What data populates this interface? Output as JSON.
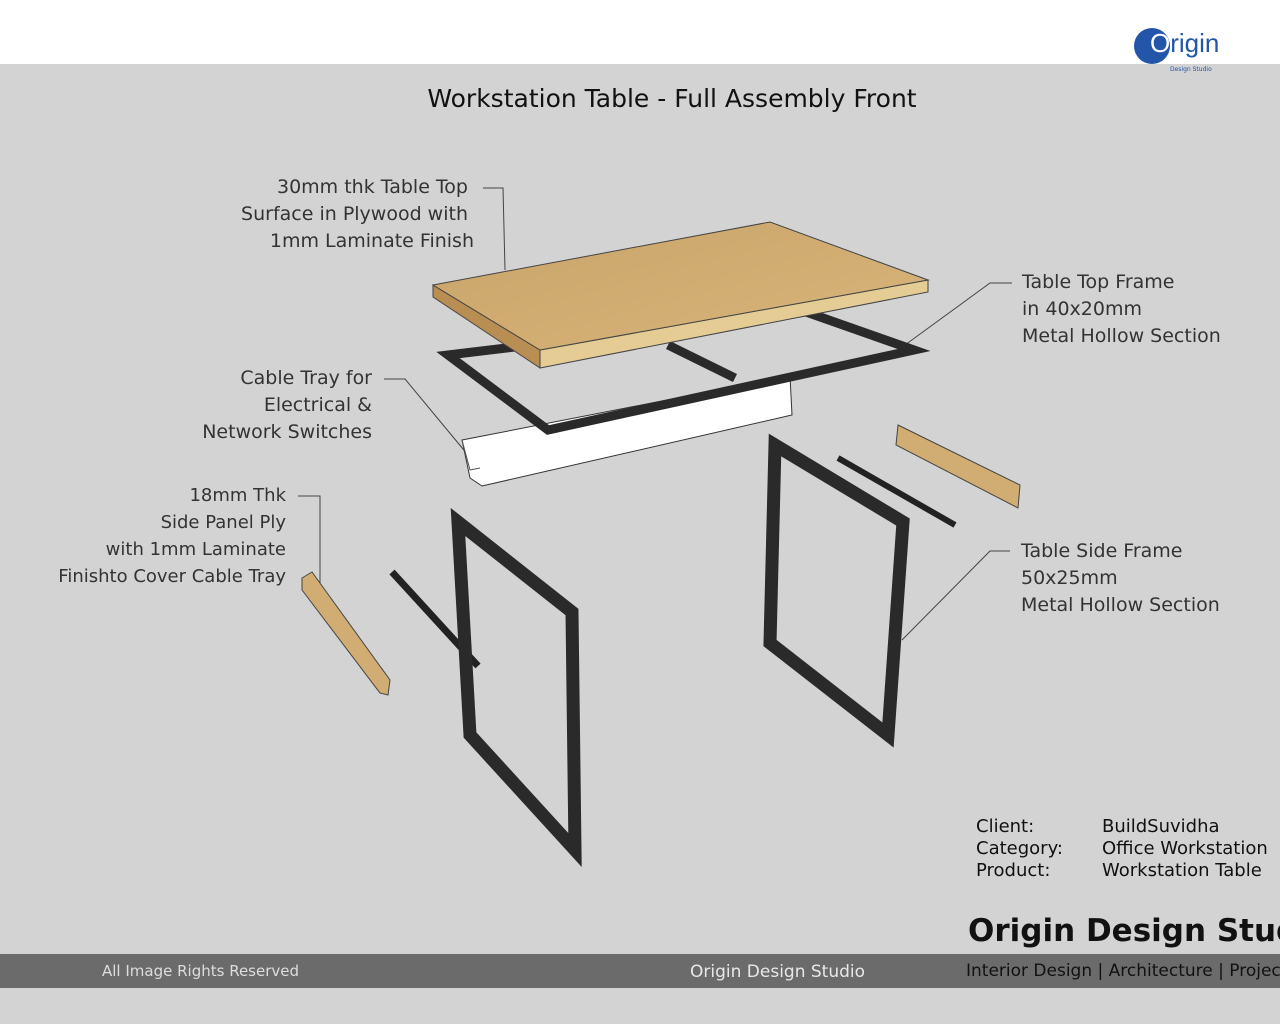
{
  "logo": {
    "word_first": "O",
    "word_rest": "rigin",
    "sub": "Design Studio"
  },
  "title": "Workstation Table - Full Assembly Front",
  "labels": {
    "table_top": [
      "30mm thk Table Top",
      "Surface in Plywood with",
      "1mm Laminate Finish"
    ],
    "top_frame": [
      "Table Top Frame",
      "in 40x20mm",
      "Metal Hollow Section"
    ],
    "cable_tray": [
      "Cable Tray for",
      "Electrical &",
      "Network Switches"
    ],
    "side_panel": [
      "18mm Thk",
      "Side Panel Ply",
      "with 1mm Laminate",
      "Finishto Cover Cable Tray"
    ],
    "side_frame": [
      "Table Side Frame",
      "50x25mm",
      "Metal Hollow Section"
    ]
  },
  "info": [
    {
      "key": "Client:",
      "value": "BuildSuvidha"
    },
    {
      "key": "Category:",
      "value": "Office Workstation"
    },
    {
      "key": "Product:",
      "value": "Workstation Table"
    }
  ],
  "brand": "Origin Design Studio",
  "tagline": "Interior Design | Architecture | Project Ma",
  "watermark": "Origin Design Studio",
  "rights": "All Image Rights Reserved"
}
